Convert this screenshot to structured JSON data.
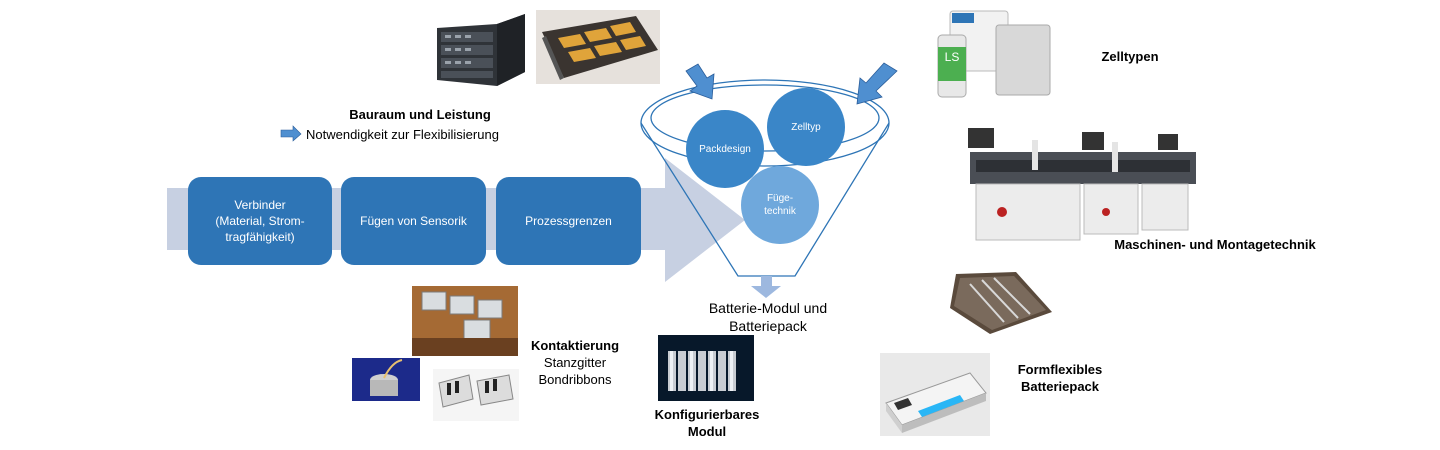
{
  "top_section": {
    "title": "Bauraum und Leistung",
    "subtitle": "Notwendigkeit zur Flexibilisierung"
  },
  "process_steps": [
    {
      "label_lines": [
        "Verbinder",
        "(Material, Strom-",
        "tragfähigkeit)"
      ]
    },
    {
      "label_lines": [
        "Fügen von Sensorik"
      ]
    },
    {
      "label_lines": [
        "Prozessgrenzen"
      ]
    }
  ],
  "funnel": {
    "circles": [
      {
        "label_lines": [
          "Packdesign"
        ]
      },
      {
        "label_lines": [
          "Zelltyp"
        ]
      },
      {
        "label_lines": [
          "Füge-",
          "technik"
        ]
      }
    ],
    "output_lines": [
      "Batterie-Modul und",
      "Batteriepack"
    ]
  },
  "left_bottom": {
    "title": "Kontaktierung",
    "items": [
      "Stanzgitter",
      "Bondribbons"
    ]
  },
  "center_bottom": {
    "lines": [
      "Konfigurierbares",
      "Modul"
    ]
  },
  "right_labels": {
    "zelltypen": "Zelltypen",
    "maschinen": "Maschinen- und Montagetechnik",
    "formflexibel_lines": [
      "Formflexibles",
      "Batteriepack"
    ]
  },
  "colors": {
    "step_blue": "#2e75b6",
    "circle_blue": "#3a86c8",
    "circle_light": "#6fa8dc",
    "arrow_gray": "#c7d0e2",
    "pointer_blue": "#4f8fd0"
  }
}
